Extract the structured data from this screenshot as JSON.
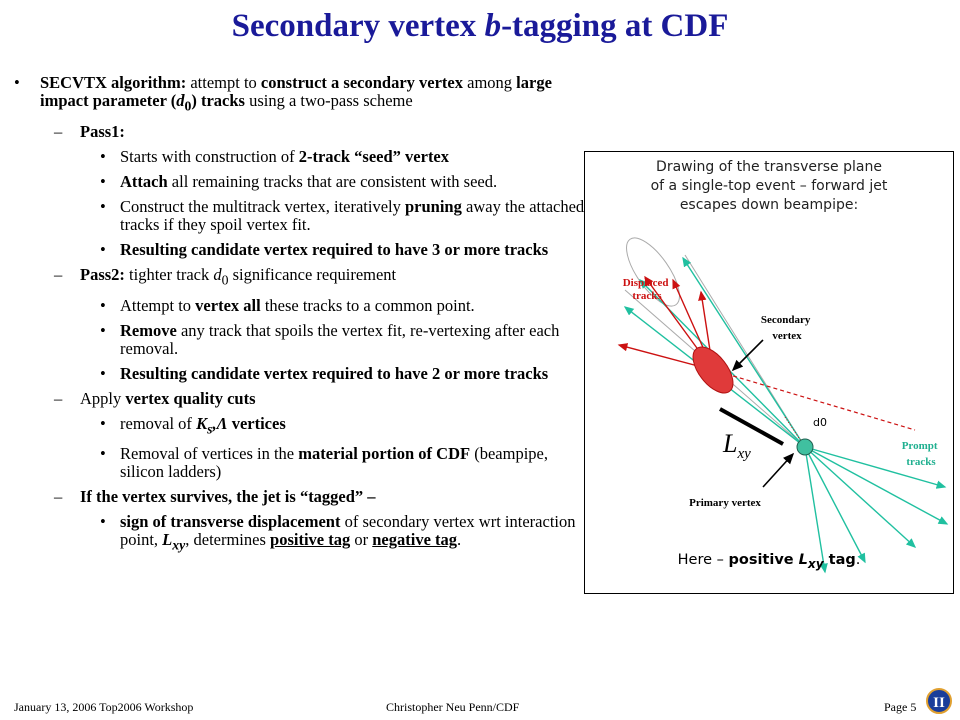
{
  "title": {
    "main": "Secondary vertex ",
    "italic": "b",
    "rest": "-tagging at CDF"
  },
  "bullet": "•",
  "dash": "–",
  "sections": {
    "intro": {
      "b1": "SECVTX algorithm:",
      "t1": " attempt to ",
      "b2": "construct a secondary vertex",
      "t2": " among ",
      "b3": "large impact parameter (",
      "b3i": "d",
      "b3sub": "0",
      "b3end": ") tracks",
      "t3": " using a two-pass scheme"
    },
    "pass1": {
      "label": "Pass1:",
      "i1": {
        "t1": "Starts with construction of ",
        "b1": "2-track “seed” vertex"
      },
      "i2": {
        "b1": "Attach",
        "t1": " all remaining tracks that are consistent with seed."
      },
      "i3": {
        "t1": "Construct the multitrack vertex, iteratively ",
        "b1": "pruning",
        "t2": " away the attached tracks if they spoil vertex fit."
      },
      "i4": {
        "b1": "Resulting candidate vertex required to have 3 or more tracks"
      }
    },
    "pass2": {
      "label": "Pass2:",
      "t1": " tighter track ",
      "it": "d",
      "sub": "0",
      "t2": " significance requirement",
      "i1": {
        "t1": "Attempt to ",
        "b1": "vertex all",
        "t2": " these tracks to a common point."
      },
      "i2": {
        "b1": "Remove",
        "t1": " any track that spoils the vertex fit, re-vertexing after each removal."
      },
      "i3": {
        "b1": "Resulting candidate vertex required to have 2 or more tracks"
      }
    },
    "quality": {
      "t1": "Apply ",
      "b1": "vertex quality cuts",
      "i1": {
        "t1": "removal of ",
        "b1": "K",
        "b1sub": "s",
        "b1mid": ",Λ",
        "b2": " vertices"
      },
      "i2": {
        "t1": "Removal of vertices in the ",
        "b1": "material portion of CDF",
        "t2": " (beampipe, silicon ladders)"
      }
    },
    "tagged": {
      "b1": "If the vertex survives, the jet is “tagged” –",
      "i1": {
        "b1": "sign of transverse displacement",
        "t1": " of secondary vertex wrt interaction point, ",
        "lxy": "L",
        "lxysub": "xy",
        "t2": ",  determines ",
        "pos": "positive tag",
        "t3": " or ",
        "neg": "negative tag",
        "t4": "."
      }
    }
  },
  "figure": {
    "caption_l1": "Drawing of the transverse plane",
    "caption_l2": "of a single-top event – forward jet",
    "caption_l3": "escapes down beampipe:",
    "displaced_l1": "Displaced",
    "displaced_l2": "tracks",
    "secondary_l1": "Secondary",
    "secondary_l2": "vertex",
    "prompt_l1": "Prompt",
    "prompt_l2": "tracks",
    "d0": "d0",
    "lxy": "L",
    "lxy_sub": "xy",
    "primary": "Primary vertex",
    "bottom_t1": "Here – ",
    "bottom_b1": "positive ",
    "bottom_l": "L",
    "bottom_sub": "xy",
    "bottom_b2": " tag",
    "bottom_end": ".",
    "colors": {
      "displaced": "#cc1111",
      "prompt": "#20c0a0",
      "vertex": "#e03a3a",
      "primary": "#40c0a0"
    }
  },
  "footer": {
    "left": "January 13, 2006  Top2006 Workshop",
    "center": "Christopher Neu  Penn/CDF",
    "right": "Page 5",
    "logo": "II"
  }
}
